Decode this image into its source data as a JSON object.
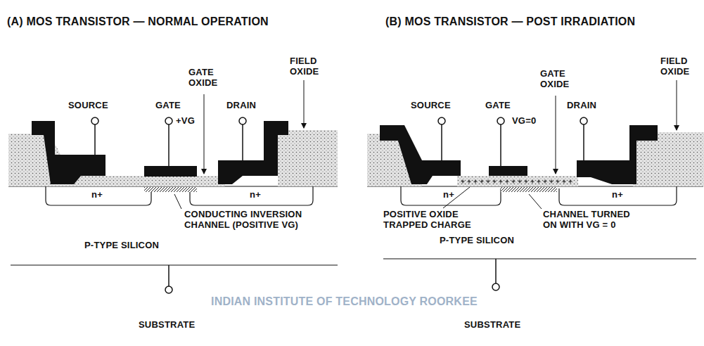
{
  "diagram": {
    "labels": [
      "(A) MOS TRANSISTOR — NORMAL OPERATION",
      "SOURCE",
      "GATE",
      "+VG",
      "GATE OXIDE",
      "DRAIN",
      "FIELD OXIDE",
      "n+",
      "n+",
      "CONDUCTING INVERSION CHANNEL (POSITIVE VG)",
      "P-TYPE SILICON",
      "SUBSTRATE",
      "(B) MOS TRANSISTOR — POST IRRADIATION",
      "SOURCE",
      "GATE",
      "GATE OXIDE",
      "VG=0",
      "DRAIN",
      "FIELD OXIDE",
      "n+",
      "n+",
      "POSITIVE OXIDE TRAPPED CHARGE",
      "CHANNEL TURNED ON WITH VG = 0",
      "P-TYPE SILICON",
      "SUBSTRATE",
      "INDIAN INSTITUTE OF TECHNOLOGY ROORKEE"
    ]
  }
}
